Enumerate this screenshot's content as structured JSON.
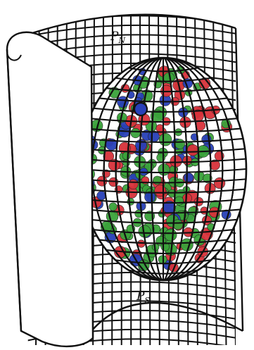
{
  "labels": {
    "north_pole": {
      "symbol": "P",
      "subscript": "N"
    },
    "south_pole": {
      "symbol": "P",
      "subscript": "S"
    }
  },
  "colors": {
    "line": "#111111",
    "atom_red": "#d8323a",
    "atom_green": "#3aa33a",
    "atom_blue": "#2840b8",
    "background": "#ffffff"
  }
}
